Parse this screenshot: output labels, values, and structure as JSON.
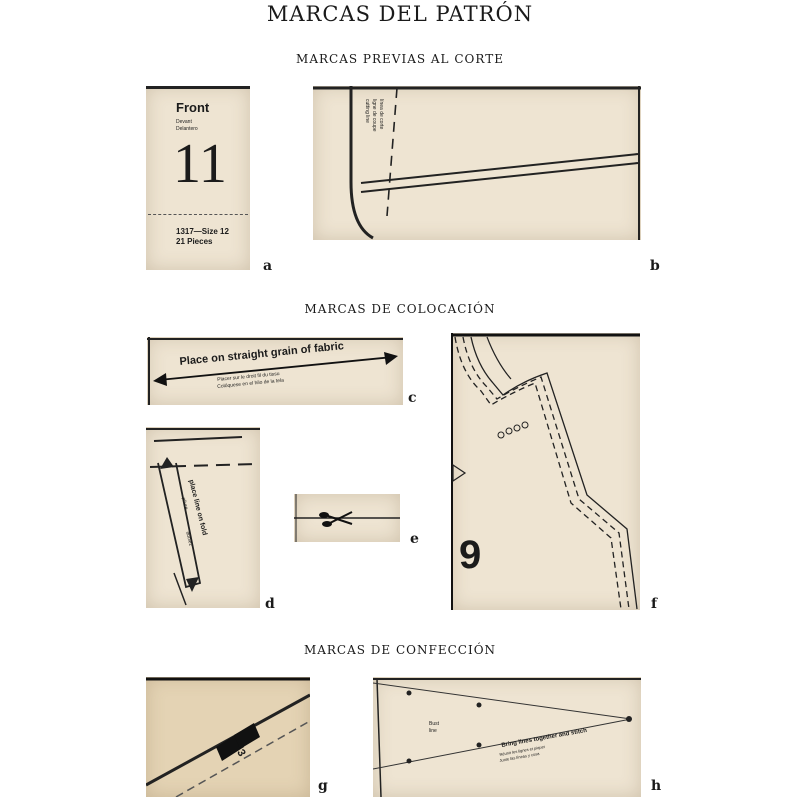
{
  "page_title": "MARCAS DEL PATRÓN",
  "sections": {
    "pre_cut": "MARCAS PREVIAS AL CORTE",
    "placement": "MARCAS DE COLOCACIÓN",
    "construction": "MARCAS DE CONFECCIÓN"
  },
  "figures": {
    "a": {
      "label": "a",
      "heading": "Front",
      "sub1": "Devant",
      "sub2": "Delantero",
      "number": "11",
      "line1": "1317—Size 12",
      "line2": "21 Pieces"
    },
    "b": {
      "label": "b",
      "cut_text_1": "cutting line",
      "cut_text_2": "ligne de coupe",
      "cut_text_3": "línea de corte"
    },
    "c": {
      "label": "c",
      "main": "Place on straight grain of fabric",
      "sub1": "Placer sur le droit fil du tissu",
      "sub2": "Colóquese en el hilo de la tela"
    },
    "d": {
      "label": "d",
      "text1": "place line on fold",
      "text2": "pliure",
      "text3": "doblez"
    },
    "e": {
      "label": "e"
    },
    "f": {
      "label": "f",
      "number": "9"
    },
    "g": {
      "label": "g",
      "number": "3"
    },
    "h": {
      "label": "h",
      "text1": "Bust",
      "text2": "line",
      "text3": "Bring lines together and stitch",
      "text4": "Réunir les lignes et piquer",
      "text5": "Junte las líneas y cosa"
    }
  }
}
